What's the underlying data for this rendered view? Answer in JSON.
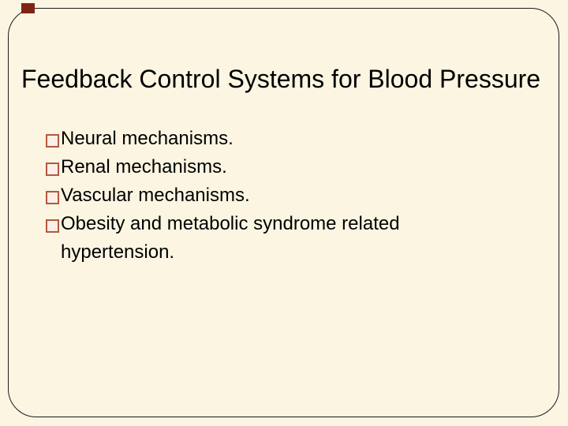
{
  "slide": {
    "title": "Feedback Control Systems for Blood Pressure",
    "bullets": [
      "Neural mechanisms.",
      "Renal mechanisms.",
      "Vascular mechanisms.",
      "Obesity and metabolic syndrome related hypertension."
    ],
    "colors": {
      "background": "#FBF5E2",
      "border": "#1B1B1B",
      "accent_rect": "#7E2416",
      "bullet_border": "#B3593F",
      "bullet_fill": "#FBEFE6",
      "text": "#000000"
    }
  }
}
